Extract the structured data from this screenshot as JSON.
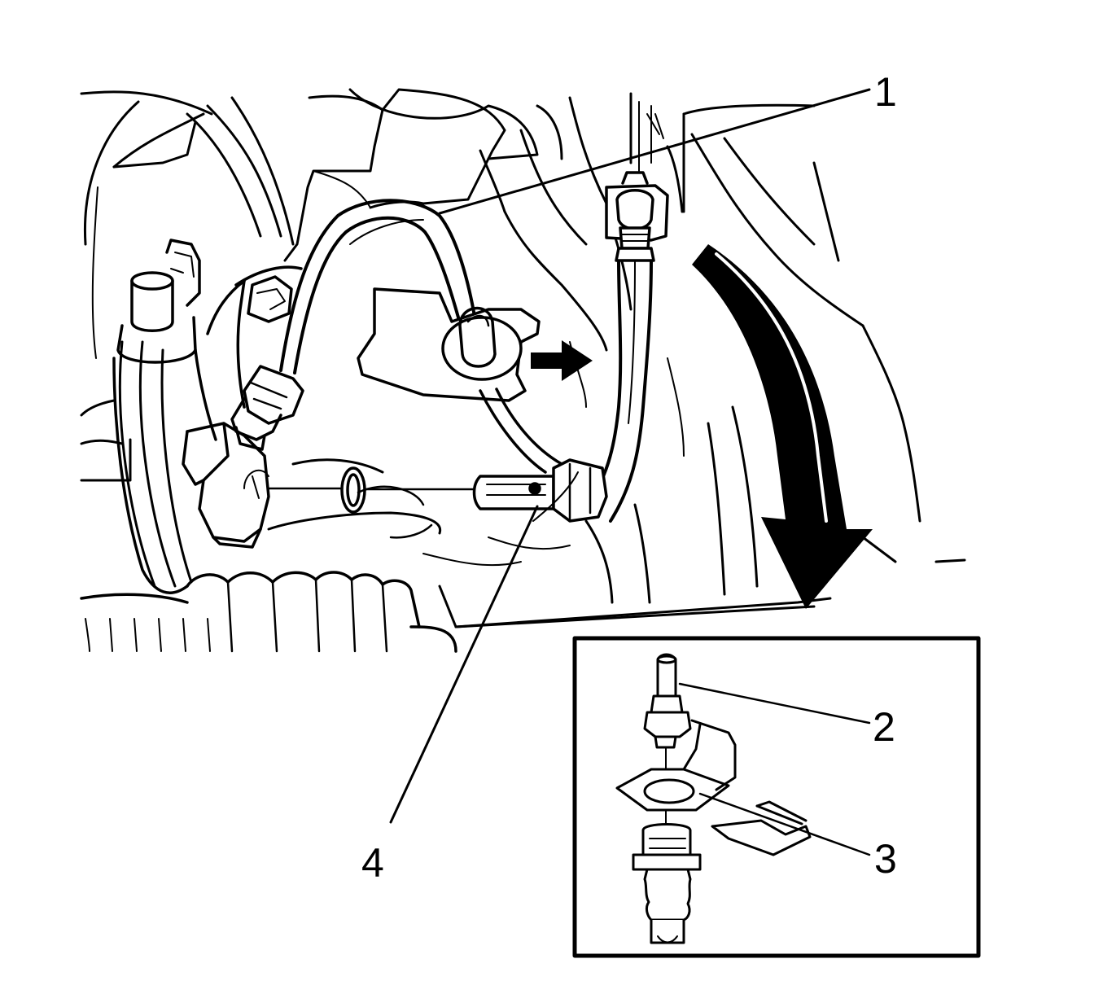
{
  "callouts": {
    "c1": "1",
    "c2": "2",
    "c3": "3",
    "c4": "4"
  },
  "colors": {
    "line": "#000000",
    "background": "#ffffff"
  }
}
